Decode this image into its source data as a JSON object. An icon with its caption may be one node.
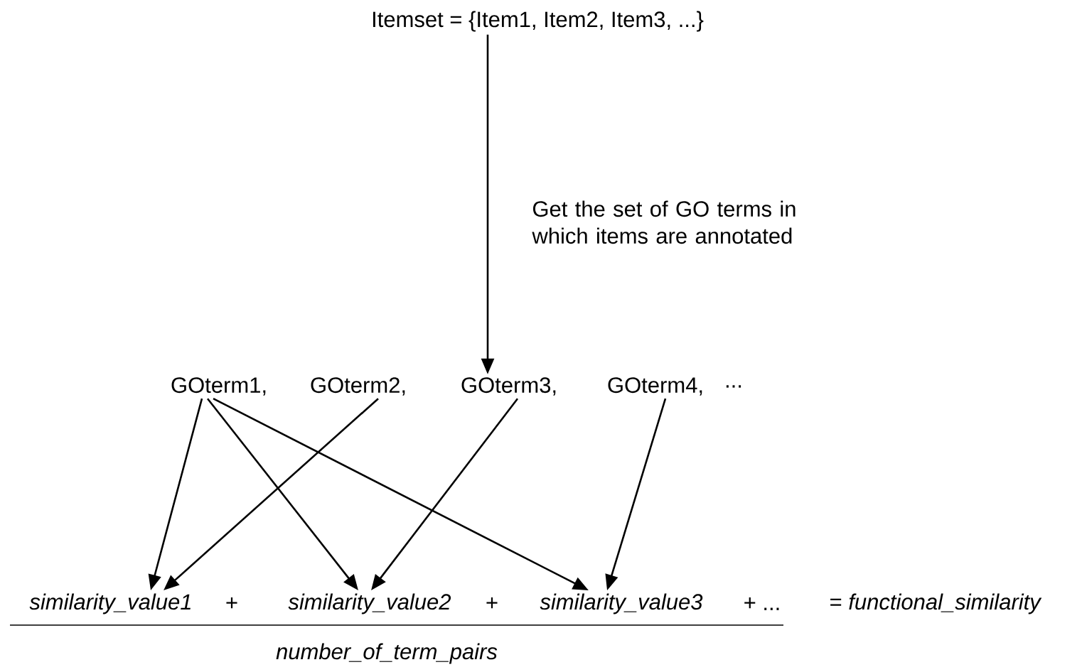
{
  "diagram": {
    "nodes": [
      {
        "text": [
          "Itemset = {Item1, Item2, Item3, ...}"
        ]
      },
      {
        "text": [
          "GOterm1,"
        ]
      },
      {
        "text": [
          "GOterm2,"
        ]
      },
      {
        "text": [
          "GOterm3,"
        ]
      },
      {
        "text": [
          "GOterm4,"
        ]
      },
      {
        "text": [
          "similarity_value1"
        ]
      },
      {
        "text": [
          "similarity_value2"
        ]
      },
      {
        "text": [
          "similarity_value3"
        ]
      }
    ],
    "edges": [
      {
        "from": 0,
        "to": 3,
        "arrow": "to",
        "label": "Get the set of GO terms in which items are annotated"
      },
      {
        "from": 1,
        "to": 5,
        "arrow": "to"
      },
      {
        "from": 1,
        "to": 6,
        "arrow": "to"
      },
      {
        "from": 1,
        "to": 7,
        "arrow": "to"
      },
      {
        "from": 2,
        "to": 5,
        "arrow": "to"
      },
      {
        "from": 3,
        "to": 6,
        "arrow": "to"
      },
      {
        "from": 4,
        "to": 7,
        "arrow": "to"
      }
    ],
    "labels": [
      "...",
      "+",
      "+",
      "+ ...",
      "number_of_term_pairs",
      "= *functional_similarity*"
    ]
  }
}
